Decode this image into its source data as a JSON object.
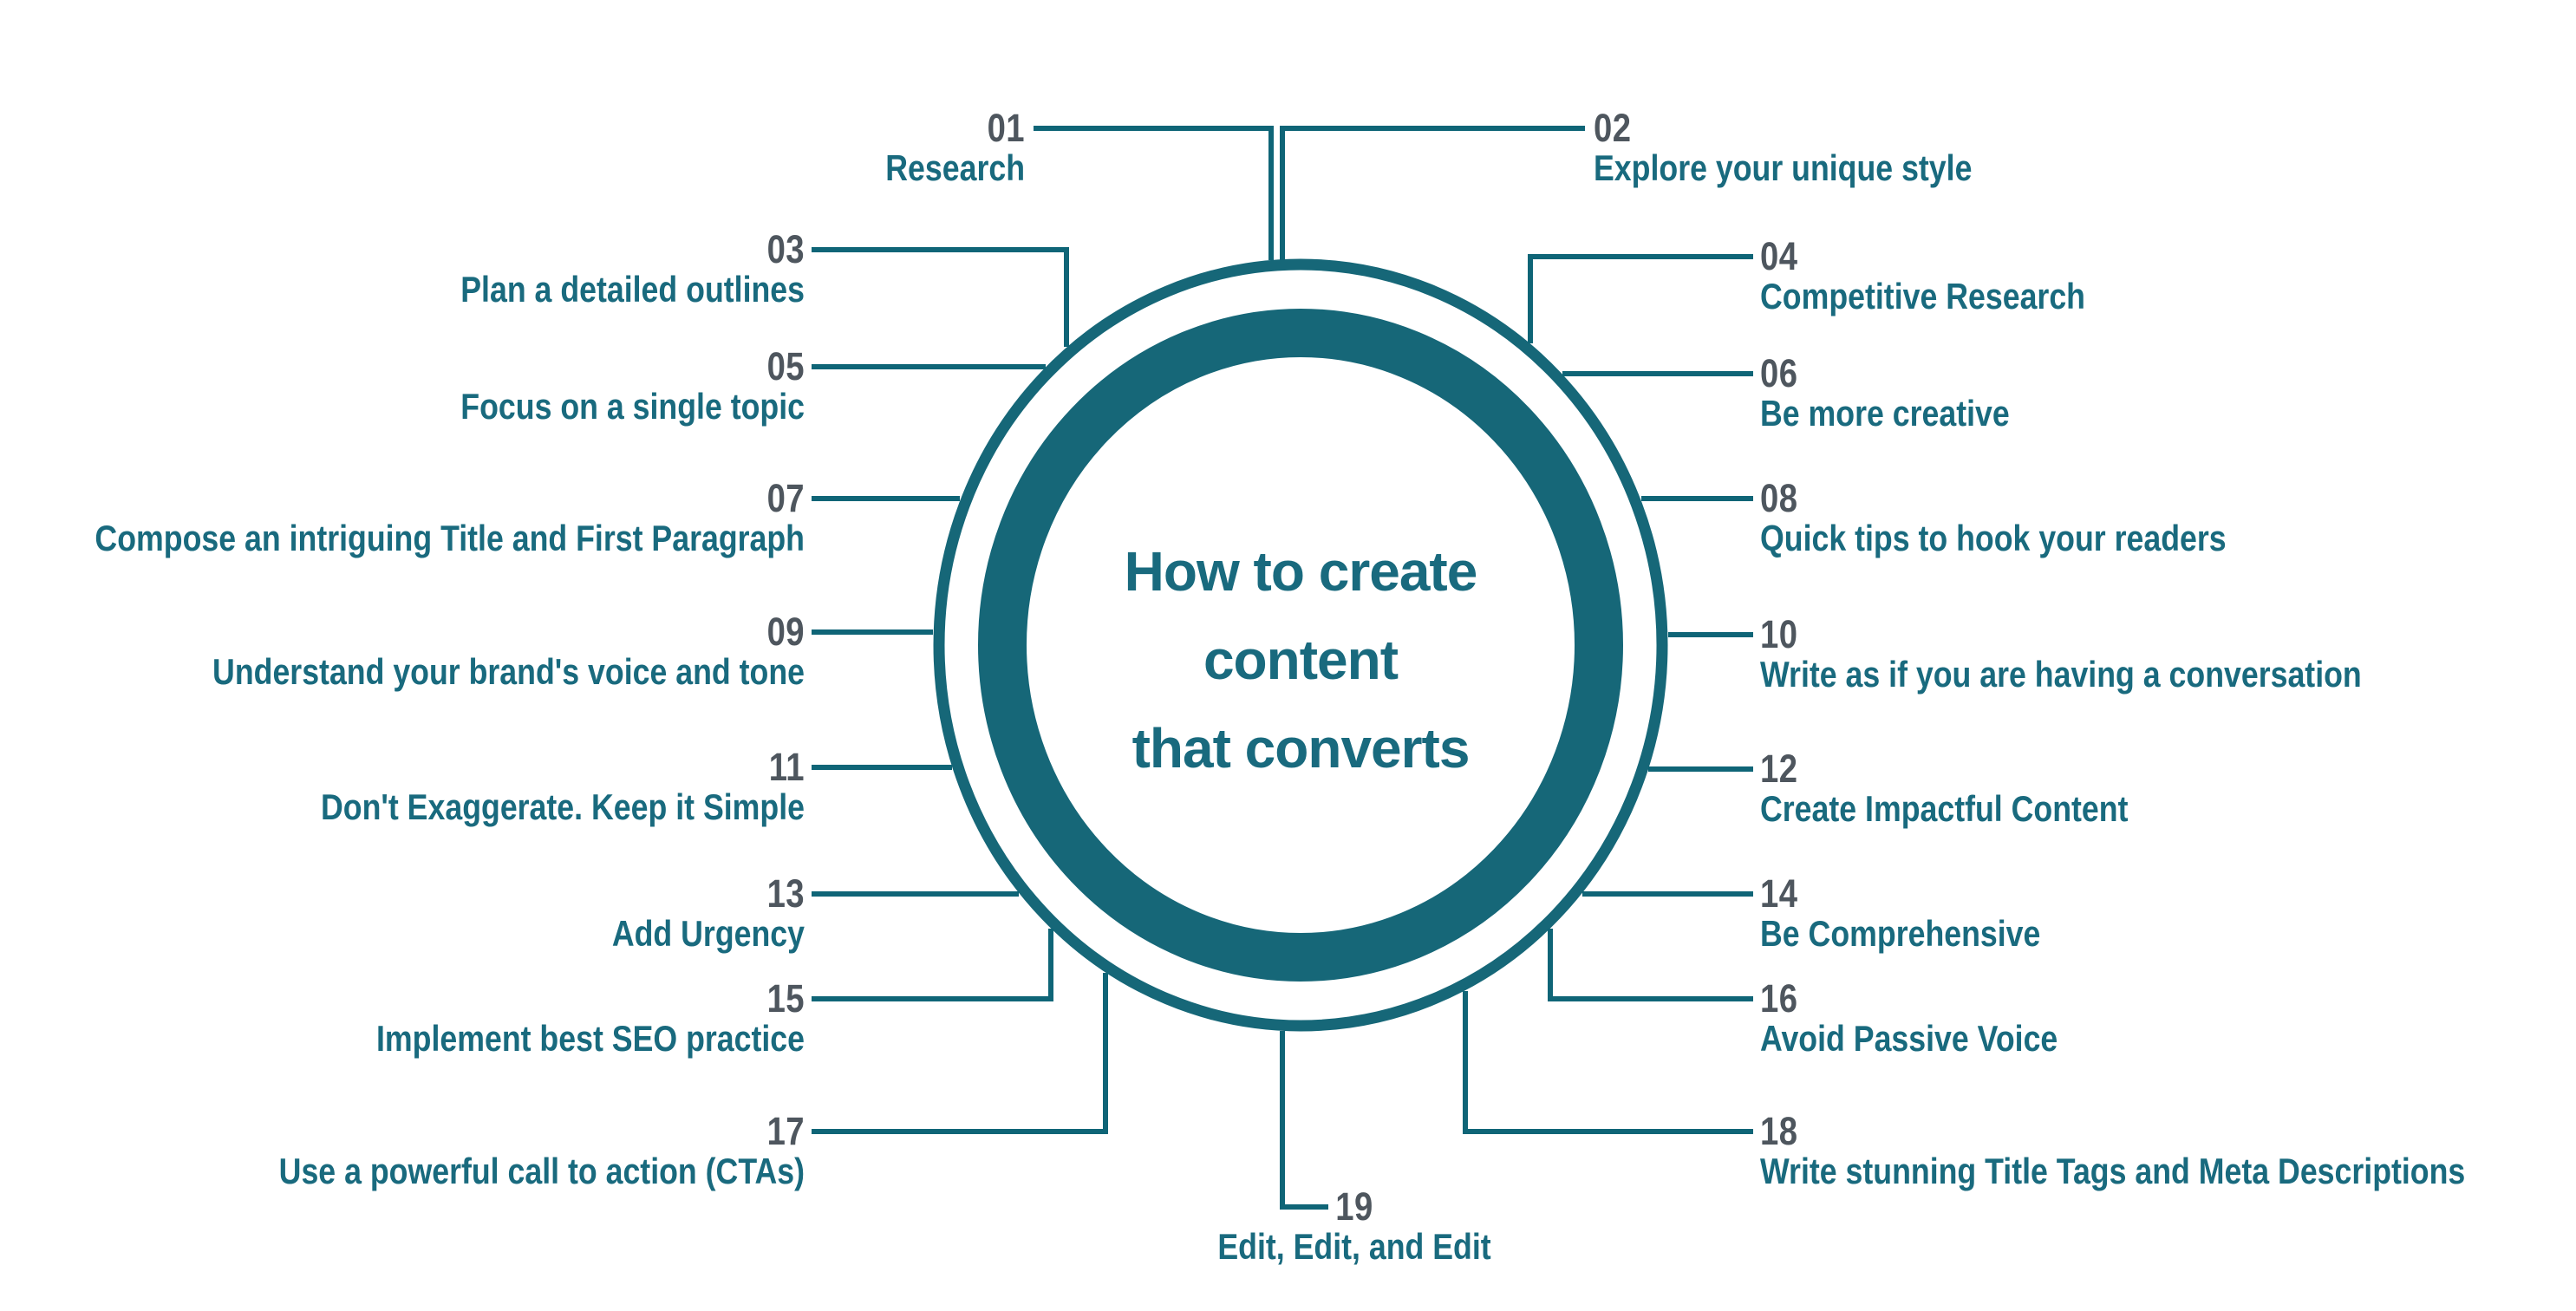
{
  "title": {
    "line1": "How to create",
    "line2": "content",
    "line3": "that converts"
  },
  "items": [
    {
      "number": "01",
      "label": "Research"
    },
    {
      "number": "02",
      "label": "Explore your unique style"
    },
    {
      "number": "03",
      "label": "Plan a detailed outlines"
    },
    {
      "number": "04",
      "label": "Competitive Research"
    },
    {
      "number": "05",
      "label": "Focus on a single topic"
    },
    {
      "number": "06",
      "label": "Be more creative"
    },
    {
      "number": "07",
      "label": "Compose an intriguing Title and First Paragraph"
    },
    {
      "number": "08",
      "label": "Quick tips to hook your readers"
    },
    {
      "number": "09",
      "label": "Understand your brand's voice and tone"
    },
    {
      "number": "10",
      "label": "Write as if you are having a conversation"
    },
    {
      "number": "11",
      "label": "Don't Exaggerate. Keep it Simple"
    },
    {
      "number": "12",
      "label": "Create Impactful Content"
    },
    {
      "number": "13",
      "label": "Add Urgency"
    },
    {
      "number": "14",
      "label": "Be Comprehensive"
    },
    {
      "number": "15",
      "label": "Implement best SEO practice"
    },
    {
      "number": "16",
      "label": "Avoid Passive Voice"
    },
    {
      "number": "17",
      "label": "Use a powerful call to action (CTAs)"
    },
    {
      "number": "18",
      "label": "Write stunning Title Tags and Meta Descriptions"
    },
    {
      "number": "19",
      "label": "Edit, Edit, and Edit"
    }
  ],
  "colors": {
    "ring_teal": "#166778",
    "line_teal": "#0f6577",
    "label_teal": "#196a7e",
    "number_gray": "#4e565e",
    "background": "#ffffff"
  }
}
